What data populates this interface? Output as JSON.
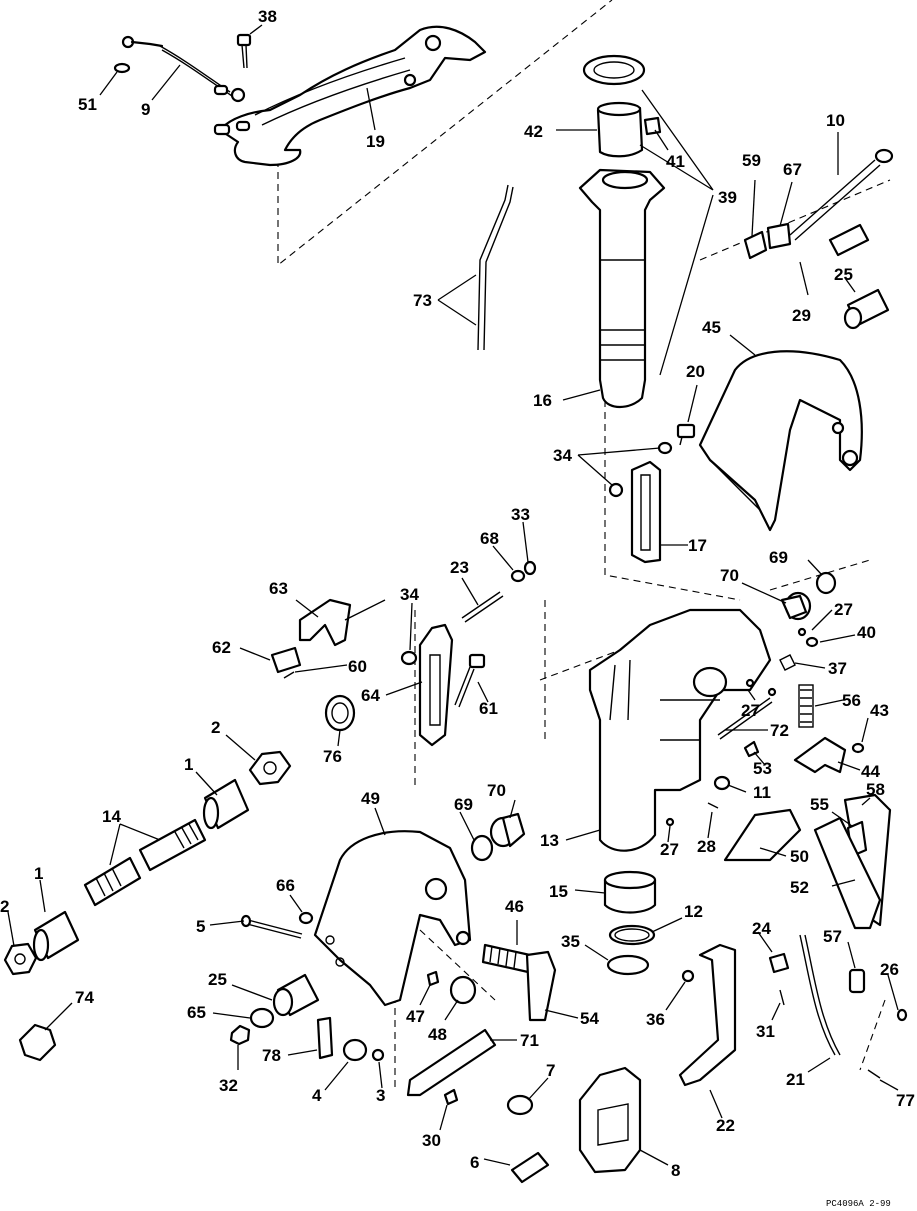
{
  "callouts": [
    {
      "id": "c38",
      "label": "38"
    },
    {
      "id": "c51",
      "label": "51"
    },
    {
      "id": "c9",
      "label": "9"
    },
    {
      "id": "c19",
      "label": "19"
    },
    {
      "id": "c42",
      "label": "42"
    },
    {
      "id": "c41",
      "label": "41"
    },
    {
      "id": "c39",
      "label": "39"
    },
    {
      "id": "c10",
      "label": "10"
    },
    {
      "id": "c59",
      "label": "59"
    },
    {
      "id": "c67",
      "label": "67"
    },
    {
      "id": "c73",
      "label": "73"
    },
    {
      "id": "c25a",
      "label": "25"
    },
    {
      "id": "c29",
      "label": "29"
    },
    {
      "id": "c45",
      "label": "45"
    },
    {
      "id": "c16",
      "label": "16"
    },
    {
      "id": "c20",
      "label": "20"
    },
    {
      "id": "c34a",
      "label": "34"
    },
    {
      "id": "c17",
      "label": "17"
    },
    {
      "id": "c69a",
      "label": "69"
    },
    {
      "id": "c33",
      "label": "33"
    },
    {
      "id": "c68",
      "label": "68"
    },
    {
      "id": "c23",
      "label": "23"
    },
    {
      "id": "c63",
      "label": "63"
    },
    {
      "id": "c34b",
      "label": "34"
    },
    {
      "id": "c70a",
      "label": "70"
    },
    {
      "id": "c27a",
      "label": "27"
    },
    {
      "id": "c40",
      "label": "40"
    },
    {
      "id": "c62",
      "label": "62"
    },
    {
      "id": "c60",
      "label": "60"
    },
    {
      "id": "c37",
      "label": "37"
    },
    {
      "id": "c64",
      "label": "64"
    },
    {
      "id": "c61",
      "label": "61"
    },
    {
      "id": "c56",
      "label": "56"
    },
    {
      "id": "c27b",
      "label": "27"
    },
    {
      "id": "c72",
      "label": "72"
    },
    {
      "id": "c43",
      "label": "43"
    },
    {
      "id": "c2a",
      "label": "2"
    },
    {
      "id": "c53",
      "label": "53"
    },
    {
      "id": "c44",
      "label": "44"
    },
    {
      "id": "c76",
      "label": "76"
    },
    {
      "id": "c1a",
      "label": "1"
    },
    {
      "id": "c70b",
      "label": "70"
    },
    {
      "id": "c11",
      "label": "11"
    },
    {
      "id": "c49",
      "label": "49"
    },
    {
      "id": "c58",
      "label": "58"
    },
    {
      "id": "c14",
      "label": "14"
    },
    {
      "id": "c69b",
      "label": "69"
    },
    {
      "id": "c55",
      "label": "55"
    },
    {
      "id": "c13",
      "label": "13"
    },
    {
      "id": "c27c",
      "label": "27"
    },
    {
      "id": "c28",
      "label": "28"
    },
    {
      "id": "c50",
      "label": "50"
    },
    {
      "id": "c1b",
      "label": "1"
    },
    {
      "id": "c66",
      "label": "66"
    },
    {
      "id": "c52",
      "label": "52"
    },
    {
      "id": "c15",
      "label": "15"
    },
    {
      "id": "c2b",
      "label": "2"
    },
    {
      "id": "c5",
      "label": "5"
    },
    {
      "id": "c46",
      "label": "46"
    },
    {
      "id": "c12",
      "label": "12"
    },
    {
      "id": "c24",
      "label": "24"
    },
    {
      "id": "c57",
      "label": "57"
    },
    {
      "id": "c35",
      "label": "35"
    },
    {
      "id": "c26",
      "label": "26"
    },
    {
      "id": "c74",
      "label": "74"
    },
    {
      "id": "c25b",
      "label": "25"
    },
    {
      "id": "c65",
      "label": "65"
    },
    {
      "id": "c47",
      "label": "47"
    },
    {
      "id": "c48",
      "label": "48"
    },
    {
      "id": "c54",
      "label": "54"
    },
    {
      "id": "c36",
      "label": "36"
    },
    {
      "id": "c31",
      "label": "31"
    },
    {
      "id": "c78",
      "label": "78"
    },
    {
      "id": "c71",
      "label": "71"
    },
    {
      "id": "c32",
      "label": "32"
    },
    {
      "id": "c4",
      "label": "4"
    },
    {
      "id": "c3",
      "label": "3"
    },
    {
      "id": "c7",
      "label": "7"
    },
    {
      "id": "c21",
      "label": "21"
    },
    {
      "id": "c77",
      "label": "77"
    },
    {
      "id": "c22",
      "label": "22"
    },
    {
      "id": "c30",
      "label": "30"
    },
    {
      "id": "c6",
      "label": "6"
    },
    {
      "id": "c8",
      "label": "8"
    }
  ],
  "footer_code": "PC4096A  2-99"
}
